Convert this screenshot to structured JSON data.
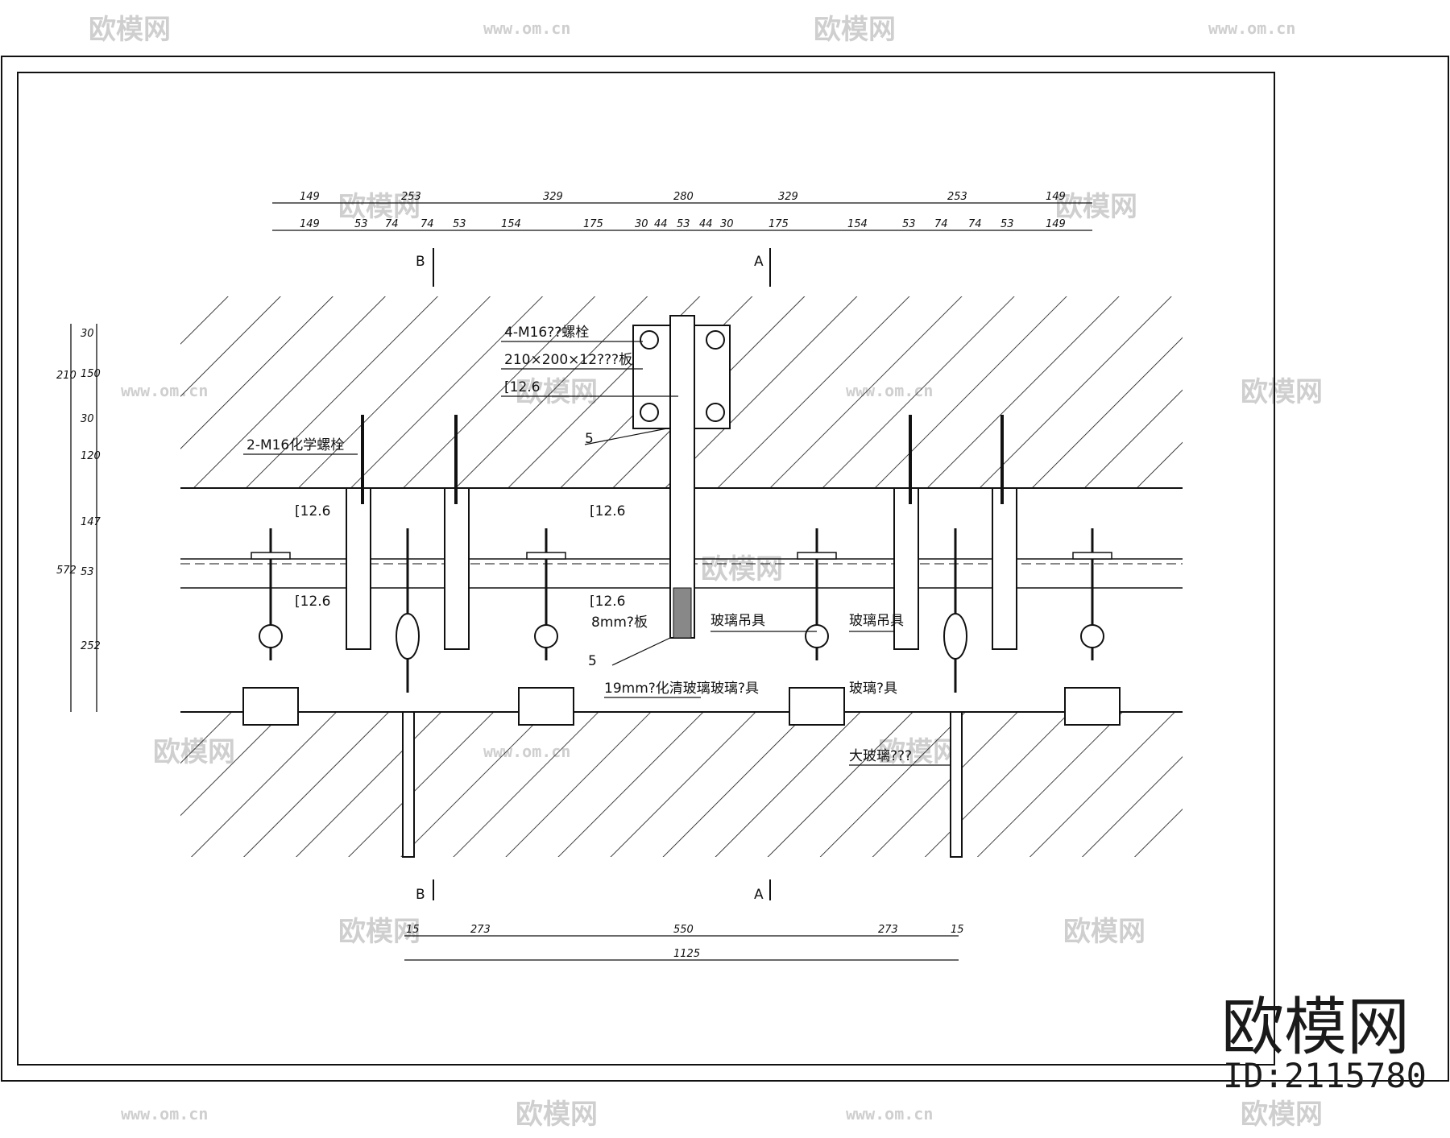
{
  "top_dims_row1": [
    "149",
    "253",
    "329",
    "280",
    "329",
    "253",
    "149"
  ],
  "top_dims_row2": [
    "149",
    "53",
    "74",
    "74",
    "53",
    "154",
    "175",
    "30",
    "44",
    "53",
    "44",
    "30",
    "175",
    "154",
    "53",
    "74",
    "74",
    "53",
    "149"
  ],
  "left_dims_inner": [
    "30",
    "150",
    "30",
    "120",
    "147",
    "53",
    "252"
  ],
  "left_dims_outer": [
    "210",
    "572"
  ],
  "bottom_dims_row1": [
    "15",
    "273",
    "550",
    "273",
    "15"
  ],
  "bottom_total": "1125",
  "section_marks": {
    "b": "B",
    "a": "A"
  },
  "labels": {
    "bolts_4": "4-M16??螺栓",
    "plate": "210×200×12???板",
    "channel_top": "[12.6",
    "weld_5_top": "5",
    "chem_bolt": "2-M16化学螺栓",
    "channel_left_1": "[12.6",
    "channel_mid": "[12.6",
    "channel_left_2": "[12.6",
    "channel_mid_2": "[12.6",
    "plate_8mm": "8mm?板",
    "weld_5_bottom": "5",
    "hanger_1": "玻璃吊具",
    "hanger_2": "玻璃吊具",
    "glass_19": "19mm?化清玻璃",
    "clamp_1": "玻璃?具",
    "clamp_2": "玻璃?具",
    "big_glass": "大玻璃???"
  },
  "watermark": {
    "brand": "欧模网",
    "id": "ID:2115780",
    "url": "www.om.cn"
  }
}
